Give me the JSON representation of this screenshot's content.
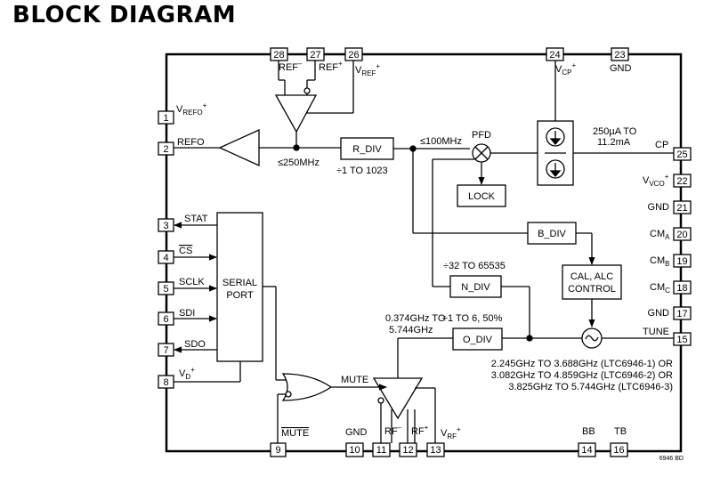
{
  "title": "BLOCK DIAGRAM",
  "pins": {
    "p1": {
      "num": "1",
      "label": "V",
      "sub": "REFO",
      "sup": "+"
    },
    "p2": {
      "num": "2",
      "label": "REFO"
    },
    "p3": {
      "num": "3",
      "label": "STAT"
    },
    "p4": {
      "num": "4",
      "label": "CS"
    },
    "p5": {
      "num": "5",
      "label": "SCLK"
    },
    "p6": {
      "num": "6",
      "label": "SDI"
    },
    "p7": {
      "num": "7",
      "label": "SDO"
    },
    "p8": {
      "num": "8",
      "label": "V",
      "sub": "D",
      "sup": "+"
    },
    "p9": {
      "num": "9",
      "label": "MUTE"
    },
    "p10": {
      "num": "10",
      "label": "GND"
    },
    "p11": {
      "num": "11",
      "label": "RF",
      "sup": "–"
    },
    "p12": {
      "num": "12",
      "label": "RF",
      "sup": "+"
    },
    "p13": {
      "num": "13",
      "label": "V",
      "sub": "RF",
      "sup": "+"
    },
    "p14": {
      "num": "14",
      "label": "BB"
    },
    "p15": {
      "num": "15",
      "label": "TUNE"
    },
    "p16": {
      "num": "16",
      "label": "TB"
    },
    "p17": {
      "num": "17",
      "label": "GND"
    },
    "p18": {
      "num": "18",
      "label": "CM",
      "sub": "C"
    },
    "p19": {
      "num": "19",
      "label": "CM",
      "sub": "B"
    },
    "p20": {
      "num": "20",
      "label": "CM",
      "sub": "A"
    },
    "p21": {
      "num": "21",
      "label": "GND"
    },
    "p22": {
      "num": "22",
      "label": "V",
      "sub": "VCO",
      "sup": "+"
    },
    "p23": {
      "num": "23",
      "label": "GND"
    },
    "p24": {
      "num": "24",
      "label": "V",
      "sub": "CP",
      "sup": "+"
    },
    "p25": {
      "num": "25",
      "label": "CP"
    },
    "p26": {
      "num": "26",
      "label": "V",
      "sub": "REF",
      "sup": "+"
    },
    "p27": {
      "num": "27",
      "label": "REF",
      "sup": "+"
    },
    "p28": {
      "num": "28",
      "label": "REF",
      "sup": "–"
    }
  },
  "blocks": {
    "r_div": "R_DIV",
    "lock": "LOCK",
    "b_div": "B_DIV",
    "n_div": "N_DIV",
    "o_div": "O_DIV",
    "serial_port_line1": "SERIAL",
    "serial_port_line2": "PORT",
    "cal_alc_line1": "CAL, ALC",
    "cal_alc_line2": "CONTROL",
    "pfd": "PFD"
  },
  "annotations": {
    "ref_freq": "≤250MHz",
    "r_div_range": "÷1 TO 1023",
    "pfd_freq": "≤100MHz",
    "cp_current_line1": "250µA TO",
    "cp_current_line2": "11.2mA",
    "n_div_range": "÷32 TO 65535",
    "o_div_range": "÷1 TO 6, 50%",
    "out_freq_line1": "0.374GHz TO",
    "out_freq_line2": "5.744GHz",
    "mute_signal": "MUTE",
    "vco_range_1": "2.245GHz TO 3.688GHz (LTC6946-1) OR",
    "vco_range_2": "3.082GHz TO 4.859GHz (LTC6946-2) OR",
    "vco_range_3": "3.825GHz TO 5.744GHz (LTC6946-3)",
    "figure_id": "6946 BD"
  }
}
